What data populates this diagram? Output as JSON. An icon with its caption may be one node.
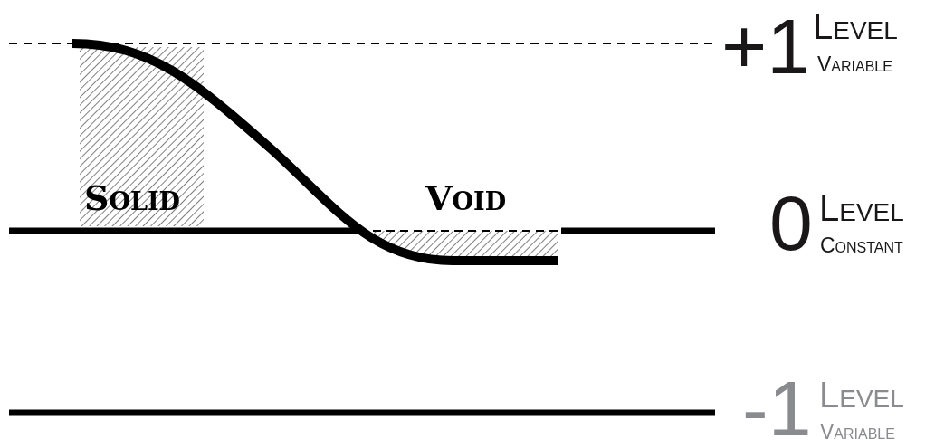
{
  "diagram": {
    "labels": [
      "+1",
      "Level",
      "Variable",
      "Solid",
      "Void",
      "0",
      "Level",
      "Constant",
      "-1",
      "Level",
      "Variable"
    ]
  }
}
